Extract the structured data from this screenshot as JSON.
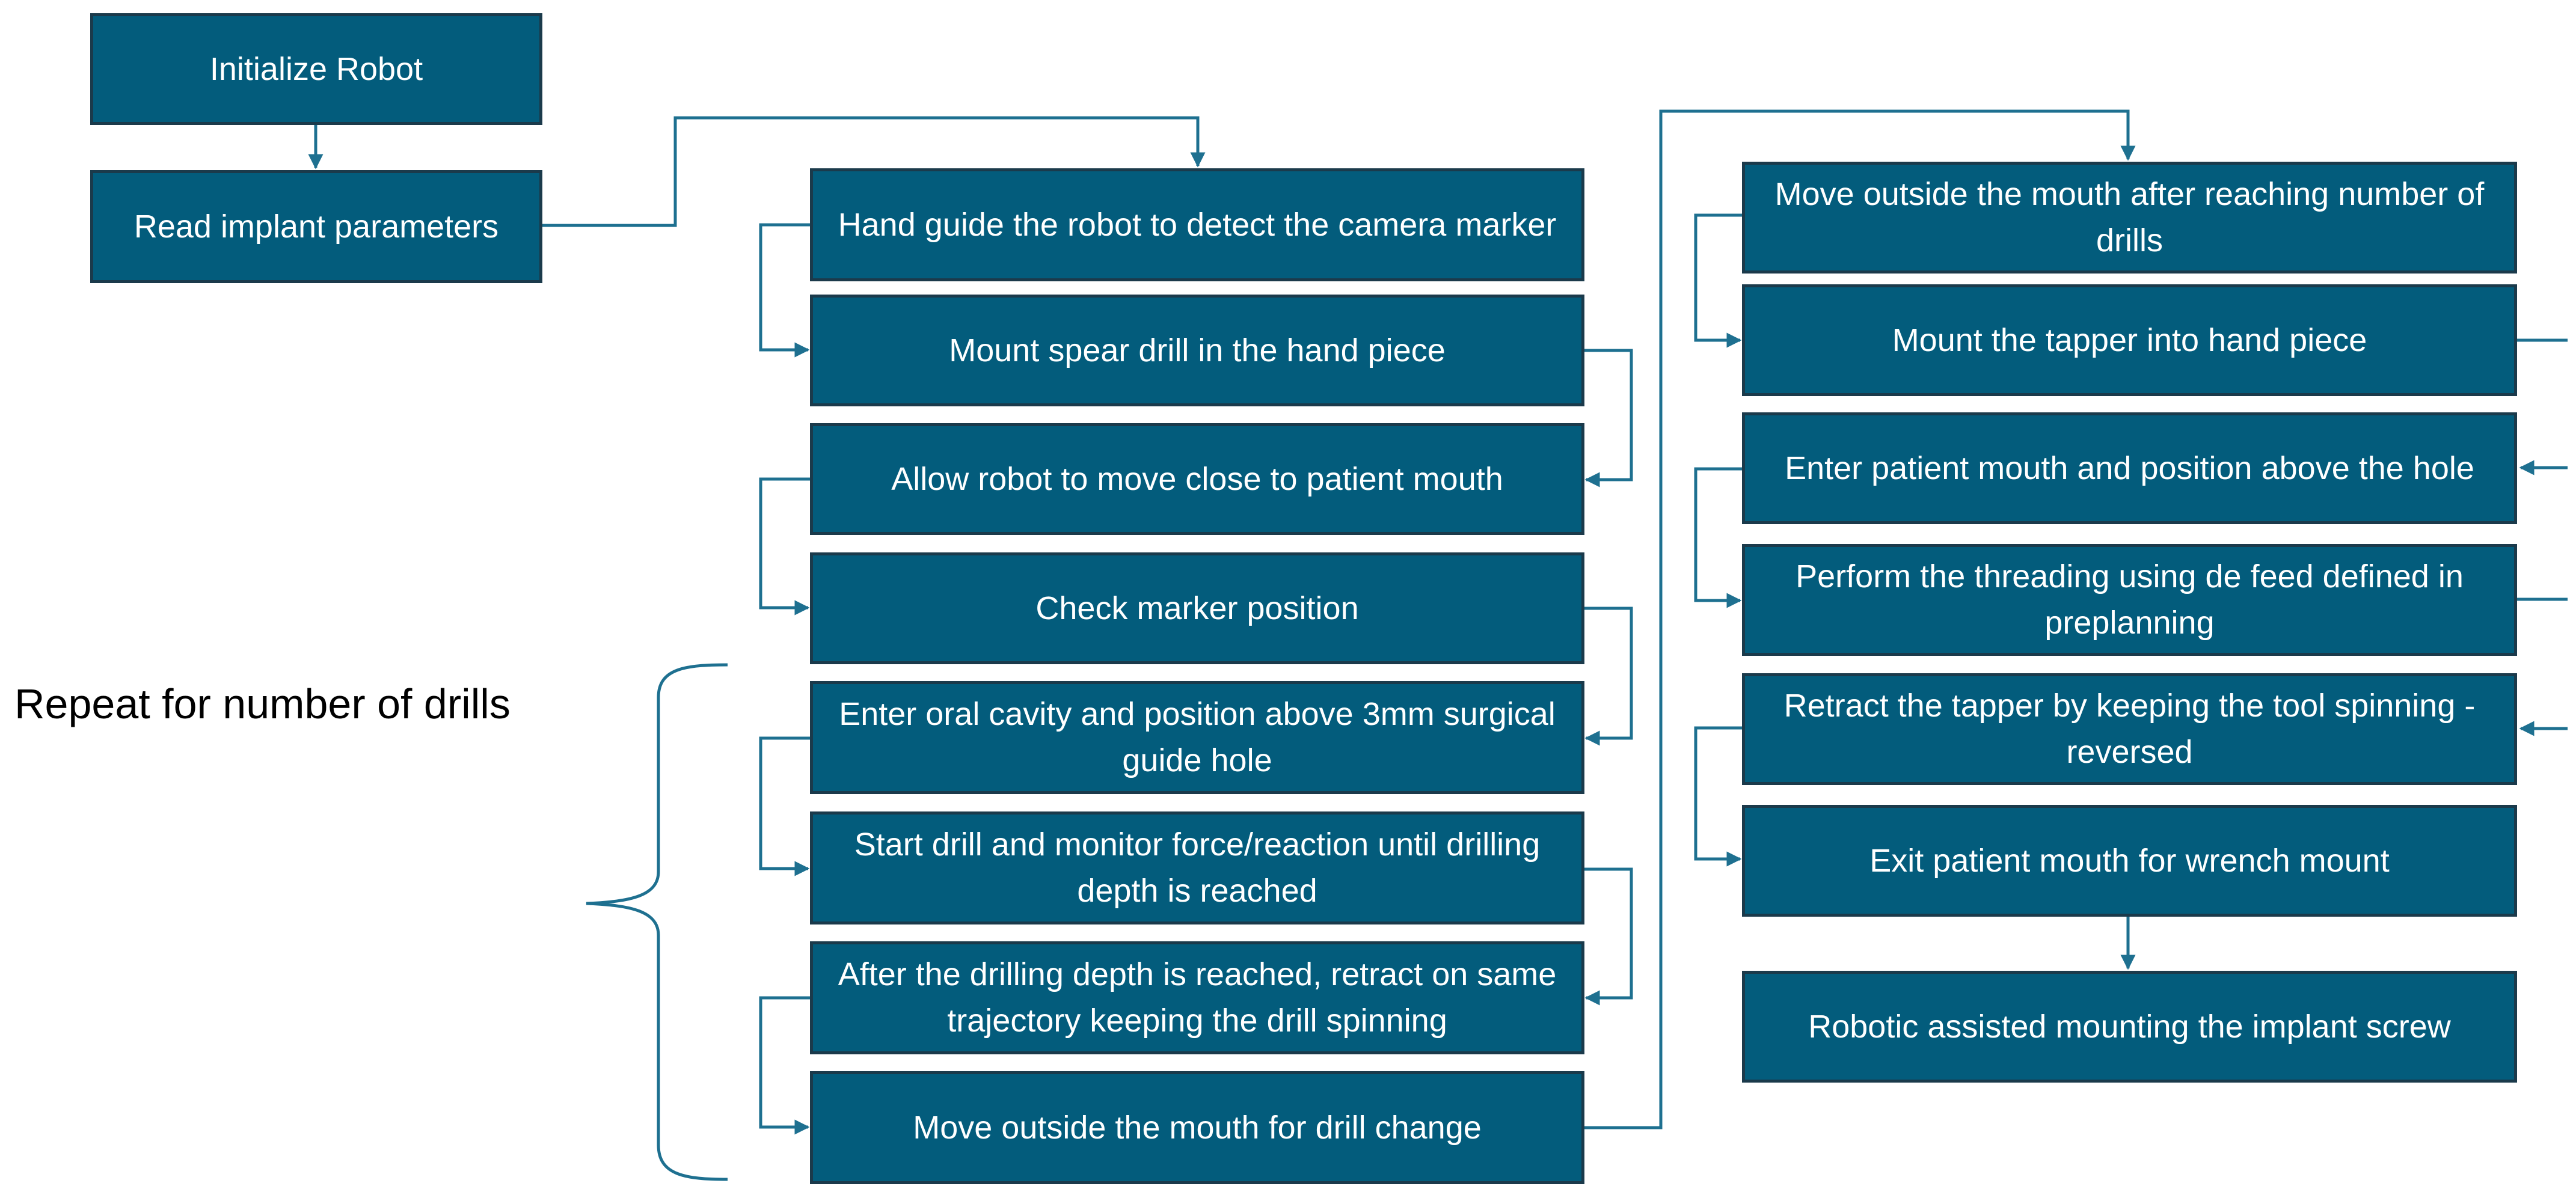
{
  "diagram": {
    "colors": {
      "box_fill": "#035c7c",
      "box_border": "#1b3a4b",
      "box_text": "#ffffff",
      "connector": "#1e7090",
      "brace": "#1e7090"
    },
    "start_steps": [
      "Initialize Robot",
      "Read implant parameters"
    ],
    "middle_steps": [
      "Hand guide the robot to detect the camera marker",
      "Mount spear drill in the hand piece",
      "Allow robot to move close to patient mouth",
      "Check marker position",
      "Enter oral cavity and position above 3mm surgical guide hole",
      "Start drill and monitor force/reaction until drilling depth is reached",
      "After the drilling depth is reached, retract on same trajectory keeping the drill spinning",
      "Move outside the mouth for drill change"
    ],
    "right_steps": [
      "Move outside the mouth after reaching number of drills",
      "Mount the tapper into hand piece",
      "Enter patient mouth and position above the hole",
      "Perform the threading using de feed defined in preplanning",
      "Retract the tapper by keeping the tool spinning -reversed",
      "Exit patient mouth for wrench mount",
      "Robotic assisted  mounting the implant screw"
    ],
    "repeat_note": "Repeat for number of drills"
  }
}
